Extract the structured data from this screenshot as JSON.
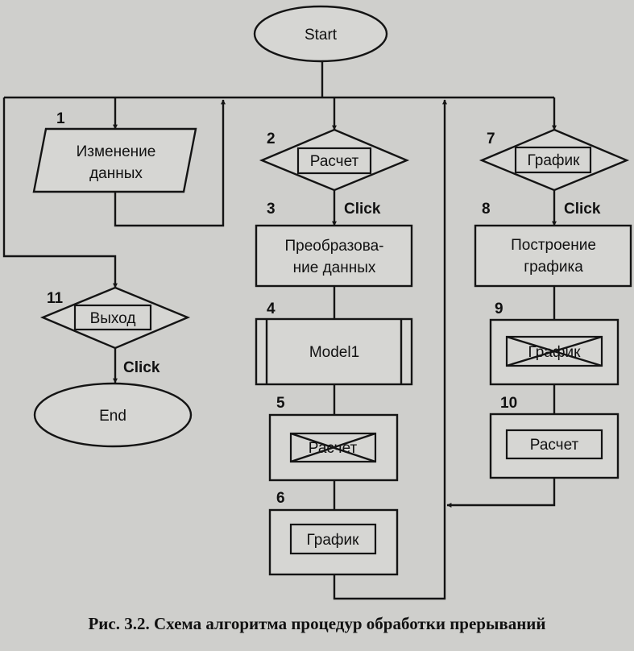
{
  "nodes": {
    "start": {
      "label": "Start"
    },
    "n1": {
      "num": "1",
      "line1": "Изменение",
      "line2": "данных"
    },
    "n2": {
      "num": "2",
      "label": "Расчет"
    },
    "n3": {
      "num": "3",
      "line1": "Преобразова-",
      "line2": "ние данных"
    },
    "n4": {
      "num": "4",
      "label": "Model1"
    },
    "n5": {
      "num": "5",
      "label": "Расчет"
    },
    "n6": {
      "num": "6",
      "label": "График"
    },
    "n7": {
      "num": "7",
      "label": "График"
    },
    "n8": {
      "num": "8",
      "line1": "Построение",
      "line2": "графика"
    },
    "n9": {
      "num": "9",
      "label": "График"
    },
    "n10": {
      "num": "10",
      "label": "Расчет"
    },
    "n11": {
      "num": "11",
      "label": "Выход"
    },
    "end": {
      "label": "End"
    }
  },
  "edge_labels": {
    "click_2_3": "Click",
    "click_7_8": "Click",
    "click_11_end": "Click"
  },
  "caption": {
    "prefix": "Рис. 3.2.",
    "text": " Схема алгоритма процедур обработки прерываний"
  }
}
